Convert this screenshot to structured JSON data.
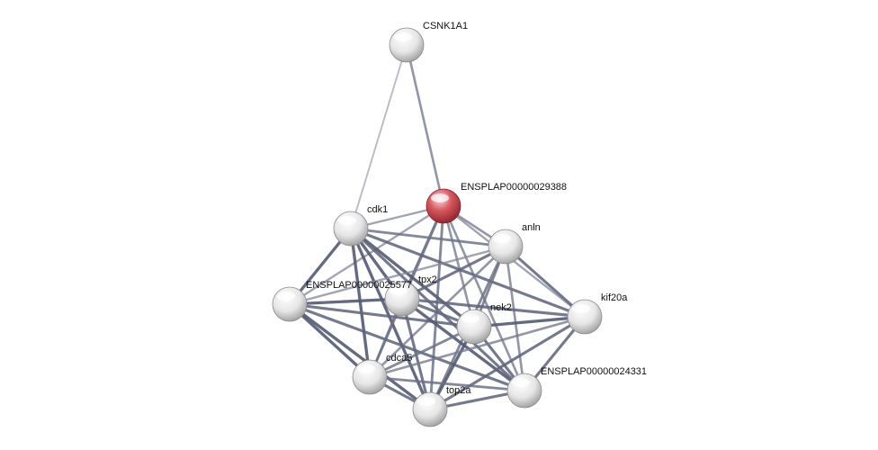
{
  "network": {
    "nodes": [
      {
        "id": "CSNK1A1",
        "label": "CSNK1A1",
        "query": false
      },
      {
        "id": "ENSPLAP00000029388",
        "label": "ENSPLAP00000029388",
        "query": true
      },
      {
        "id": "cdk1",
        "label": "cdk1",
        "query": false
      },
      {
        "id": "anln",
        "label": "anln",
        "query": false
      },
      {
        "id": "ENSPLAP00000025577",
        "label": "ENSPLAP00000025577",
        "query": false
      },
      {
        "id": "tpx2",
        "label": "tpx2",
        "query": false
      },
      {
        "id": "kif20a",
        "label": "kif20a",
        "query": false
      },
      {
        "id": "nek2",
        "label": "nek2",
        "query": false
      },
      {
        "id": "cdca5",
        "label": "cdca5",
        "query": false
      },
      {
        "id": "ENSPLAP00000024331",
        "label": "ENSPLAP00000024331",
        "query": false
      },
      {
        "id": "top2a",
        "label": "top2a",
        "query": false
      }
    ],
    "edges": [
      {
        "source": "CSNK1A1",
        "target": "cdk1",
        "strength": 0.3
      },
      {
        "source": "CSNK1A1",
        "target": "ENSPLAP00000029388",
        "strength": 0.6
      },
      {
        "source": "ENSPLAP00000029388",
        "target": "cdk1",
        "strength": 0.5
      },
      {
        "source": "ENSPLAP00000029388",
        "target": "anln",
        "strength": 0.6
      },
      {
        "source": "ENSPLAP00000029388",
        "target": "ENSPLAP00000025577",
        "strength": 0.5
      },
      {
        "source": "ENSPLAP00000029388",
        "target": "tpx2",
        "strength": 0.8
      },
      {
        "source": "ENSPLAP00000029388",
        "target": "nek2",
        "strength": 0.6
      },
      {
        "source": "ENSPLAP00000029388",
        "target": "cdca5",
        "strength": 0.6
      },
      {
        "source": "ENSPLAP00000029388",
        "target": "top2a",
        "strength": 0.7
      },
      {
        "source": "ENSPLAP00000029388",
        "target": "ENSPLAP00000024331",
        "strength": 0.6
      },
      {
        "source": "ENSPLAP00000029388",
        "target": "kif20a",
        "strength": 0.5
      },
      {
        "source": "cdk1",
        "target": "anln",
        "strength": 0.7
      },
      {
        "source": "cdk1",
        "target": "ENSPLAP00000025577",
        "strength": 0.9
      },
      {
        "source": "cdk1",
        "target": "tpx2",
        "strength": 0.9
      },
      {
        "source": "cdk1",
        "target": "nek2",
        "strength": 0.9
      },
      {
        "source": "cdk1",
        "target": "cdca5",
        "strength": 0.9
      },
      {
        "source": "cdk1",
        "target": "top2a",
        "strength": 0.9
      },
      {
        "source": "cdk1",
        "target": "ENSPLAP00000024331",
        "strength": 0.8
      },
      {
        "source": "cdk1",
        "target": "kif20a",
        "strength": 0.8
      },
      {
        "source": "anln",
        "target": "ENSPLAP00000025577",
        "strength": 0.5
      },
      {
        "source": "anln",
        "target": "tpx2",
        "strength": 0.8
      },
      {
        "source": "anln",
        "target": "nek2",
        "strength": 0.7
      },
      {
        "source": "anln",
        "target": "kif20a",
        "strength": 0.8
      },
      {
        "source": "anln",
        "target": "cdca5",
        "strength": 0.6
      },
      {
        "source": "anln",
        "target": "top2a",
        "strength": 0.7
      },
      {
        "source": "anln",
        "target": "ENSPLAP00000024331",
        "strength": 0.6
      },
      {
        "source": "ENSPLAP00000025577",
        "target": "tpx2",
        "strength": 0.9
      },
      {
        "source": "ENSPLAP00000025577",
        "target": "nek2",
        "strength": 0.8
      },
      {
        "source": "ENSPLAP00000025577",
        "target": "cdca5",
        "strength": 0.9
      },
      {
        "source": "ENSPLAP00000025577",
        "target": "top2a",
        "strength": 0.9
      },
      {
        "source": "ENSPLAP00000025577",
        "target": "ENSPLAP00000024331",
        "strength": 0.8
      },
      {
        "source": "tpx2",
        "target": "nek2",
        "strength": 0.8
      },
      {
        "source": "tpx2",
        "target": "kif20a",
        "strength": 0.8
      },
      {
        "source": "tpx2",
        "target": "cdca5",
        "strength": 0.7
      },
      {
        "source": "tpx2",
        "target": "top2a",
        "strength": 0.8
      },
      {
        "source": "tpx2",
        "target": "ENSPLAP00000024331",
        "strength": 0.9
      },
      {
        "source": "nek2",
        "target": "kif20a",
        "strength": 0.9
      },
      {
        "source": "nek2",
        "target": "cdca5",
        "strength": 0.7
      },
      {
        "source": "nek2",
        "target": "top2a",
        "strength": 0.9
      },
      {
        "source": "nek2",
        "target": "ENSPLAP00000024331",
        "strength": 0.8
      },
      {
        "source": "kif20a",
        "target": "ENSPLAP00000024331",
        "strength": 0.8
      },
      {
        "source": "kif20a",
        "target": "top2a",
        "strength": 0.8
      },
      {
        "source": "kif20a",
        "target": "cdca5",
        "strength": 0.6
      },
      {
        "source": "cdca5",
        "target": "top2a",
        "strength": 0.8
      },
      {
        "source": "cdca5",
        "target": "ENSPLAP00000024331",
        "strength": 0.7
      },
      {
        "source": "top2a",
        "target": "ENSPLAP00000024331",
        "strength": 0.8
      }
    ]
  },
  "colors": {
    "node_default": "#e8e8e8",
    "node_query": "#d6575e",
    "edge_strong": "#4a506b",
    "edge_weak": "#b8bac6",
    "label": "#111111"
  }
}
